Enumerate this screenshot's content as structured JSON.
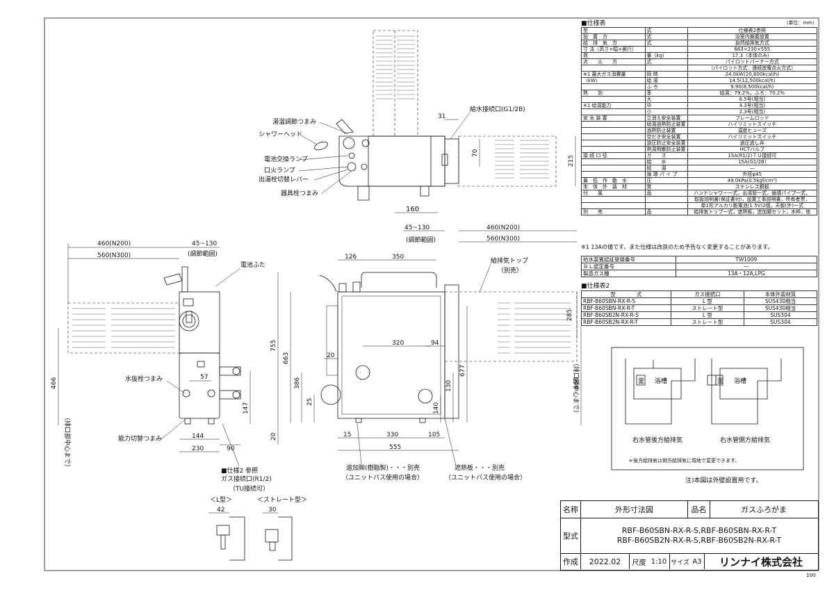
{
  "spec_table": {
    "heading": "■仕様表",
    "unit": "（単位：mm）",
    "rows": [
      [
        "型",
        "式",
        "仕様表2参照"
      ],
      [
        "設　置　方",
        "式",
        "浴室内据置設置"
      ],
      [
        "給　排　気　方",
        "式",
        "自然給排気方式"
      ],
      [
        "寸 法（高さ×幅×奥行）",
        "",
        "663×230×555"
      ],
      [
        "質",
        "量（kg）",
        "17.3（本体のみ）"
      ],
      [
        "点　　火　　方",
        "式",
        "パイロットバーナー方式"
      ],
      [
        "",
        "",
        "（パイロット方式：連続放電点火方式）"
      ],
      [
        "※1 最大ガス消費量",
        "同 時",
        "24.0kW(20,600kcal/h)"
      ],
      [
        "（kW）",
        "給 湯",
        "14.5(12,500kcal/h)"
      ],
      [
        "",
        "ふ ろ",
        "9.90(8,500kcal/h)"
      ],
      [
        "熱　　効",
        "率",
        "給湯：79.2%，ふろ：70.2%"
      ],
      [
        "",
        "大",
        "6.5号(相当)"
      ],
      [
        "※1 給湯能力",
        "中",
        "4.3号(相当)"
      ],
      [
        "",
        "小",
        "2.3号(相当)"
      ],
      [
        "安 全 装 置",
        "立消え安全装置",
        "フレームロッド"
      ],
      [
        "",
        "給湯過熱防止装置",
        "ハイリミットスイッチ"
      ],
      [
        "",
        "過熱防止装置",
        "温度ヒューズ"
      ],
      [
        "",
        "空だき安全装置",
        "ハイリミットスイッチ"
      ],
      [
        "",
        "過圧防止安全装置",
        "過圧逃し弁"
      ],
      [
        "",
        "熱湯飛散防止装置",
        "HCTバルブ"
      ],
      [
        "接 続 口 径",
        "ガ　　ス",
        "15A(R1/2)ＴＵ接続可"
      ],
      [
        "",
        "給　　水",
        "15A(G1/2B)"
      ],
      [
        "",
        "給　　湯",
        "—"
      ],
      [
        "",
        "循 環 パ イ プ",
        "外径φ45"
      ],
      [
        "最　低　作　動　水",
        "圧",
        "49.0kPa(0.5kgf/cm²)"
      ],
      [
        "本　体　外　装　材",
        "質",
        "ステンレス鋼板"
      ],
      [
        "付　　属",
        "品",
        "ハンドシャワー一式，出湯管一式，循環パイプ一式，"
      ],
      [
        "",
        "",
        "取扱説明書(保証書付)，設置工事説明書，所有者票，"
      ],
      [
        "",
        "",
        "単1形アルカリ乾電池(1.5V)2個，天板(外)一式"
      ],
      [
        "別　　売",
        "品",
        "給排気トップ一式，遮熱板，追加脚セット，木枠，他"
      ]
    ],
    "footnote": "※1 13Aの値です。また仕様は改良のため予告なく変更することがあります。"
  },
  "cert_table": [
    [
      "給水装置認証登録番号",
      "TW1009"
    ],
    [
      "ＢＬ認定番号",
      "—"
    ],
    [
      "製造ガス種",
      "13A・12A,LPG"
    ]
  ],
  "spec2": {
    "heading": "■仕様表2",
    "headers": [
      "型　　　　式",
      "ガス接続口",
      "本体外装材質"
    ],
    "rows": [
      [
        "RBF-B60SBN-RX-R-S",
        "L 型",
        "SUS430相当"
      ],
      [
        "RBF-B60SBN-RX-R-T",
        "ストレート型",
        "SUS430相当"
      ],
      [
        "RBF-B60SB2N-RX-R-S",
        "L 型",
        "SUS304"
      ],
      [
        "RBF-B60SB2N-RX-R-T",
        "ストレート型",
        "SUS304"
      ]
    ]
  },
  "install": {
    "label_left": "右水管後方給排気",
    "label_right": "右水管側方給排気",
    "bath_label": "浴槽",
    "unit_label": "釜",
    "note": "＊後方給排気は側方給排気に現地で変更できます。",
    "remark": "注)本図は外壁設置用です。"
  },
  "titleblock": {
    "name_label": "名称",
    "name_value": "外形寸法図",
    "product_label": "品名",
    "product_value": "ガスふろがま",
    "model_label": "型式",
    "model_line1": "RBF-B60SBN-RX-R-S,RBF-B60SBN-RX-R-T",
    "model_line2": "RBF-B60SB2N-RX-R-S,RBF-B60SB2N-RX-R-T",
    "made_label": "作成",
    "date": "2022.02",
    "scale_label": "尺度",
    "scale": "1:10",
    "size_label": "サイズ",
    "size": "A3",
    "company": "リンナイ株式会社"
  },
  "page_code": "100",
  "top_view": {
    "labels": [
      "湯温調節つまみ",
      "シャワーヘッド",
      "電池交換ランプ",
      "口火ランプ",
      "出湯栓切替レバー",
      "器具栓つまみ",
      "給水接続口(G1/2B)"
    ],
    "dims": [
      "31",
      "70",
      "215",
      "160"
    ]
  },
  "front_view": {
    "labels": [
      "電池ふた",
      "水抜栓つまみ",
      "能力切替つまみ",
      "■仕様2 参照",
      "ガス接続口(R1/2)",
      "（TU接続可）",
      "（排口部中心まで）"
    ],
    "dims": [
      "460(N200)",
      "560(N300)",
      "45~130",
      "(調節範囲)",
      "57",
      "147",
      "144",
      "230",
      "90",
      "466"
    ]
  },
  "side_view": {
    "labels": [
      "給排気トップ",
      "（別売）",
      "追加脚(樹脂製)・・・別売",
      "（ユニットバス使用の場合）",
      "遮熱板・・・別売",
      "（ユニットバス使用の場合）",
      "（排口部中心まで）"
    ],
    "dims": [
      "45~130",
      "(調節範囲)",
      "460(N200)",
      "560(N300)",
      "126",
      "350",
      "320",
      "94",
      "20",
      "285",
      "755",
      "663",
      "386",
      "25",
      "130",
      "677",
      "140",
      "466",
      "20",
      "15",
      "330",
      "105",
      "555"
    ]
  },
  "gas_views": {
    "l_label": "＜L型＞",
    "s_label": "＜ストレート型＞",
    "l_dim": "42",
    "s_dim": "30"
  }
}
